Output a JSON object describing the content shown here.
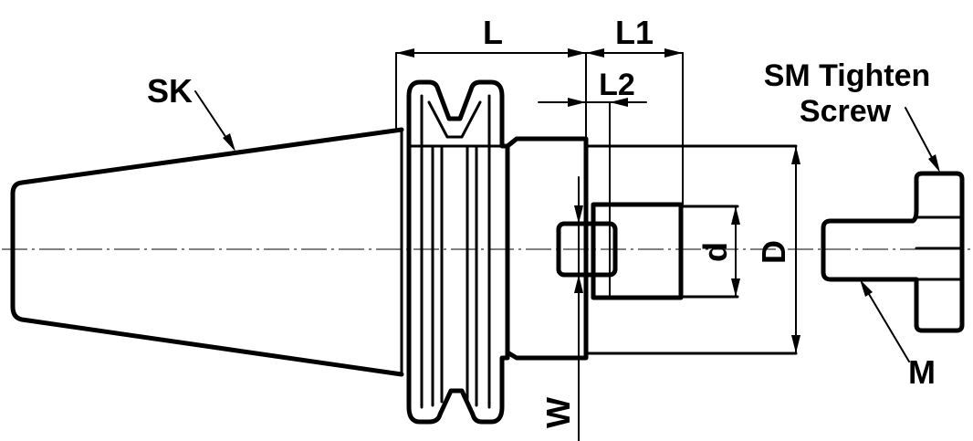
{
  "labels": {
    "L": "L",
    "L1": "L1",
    "L2": "L2",
    "SK": "SK",
    "SM_line1": "SM Tighten",
    "SM_line2": "Screw",
    "M": "M",
    "W": "W",
    "d": "d",
    "D": "D"
  }
}
